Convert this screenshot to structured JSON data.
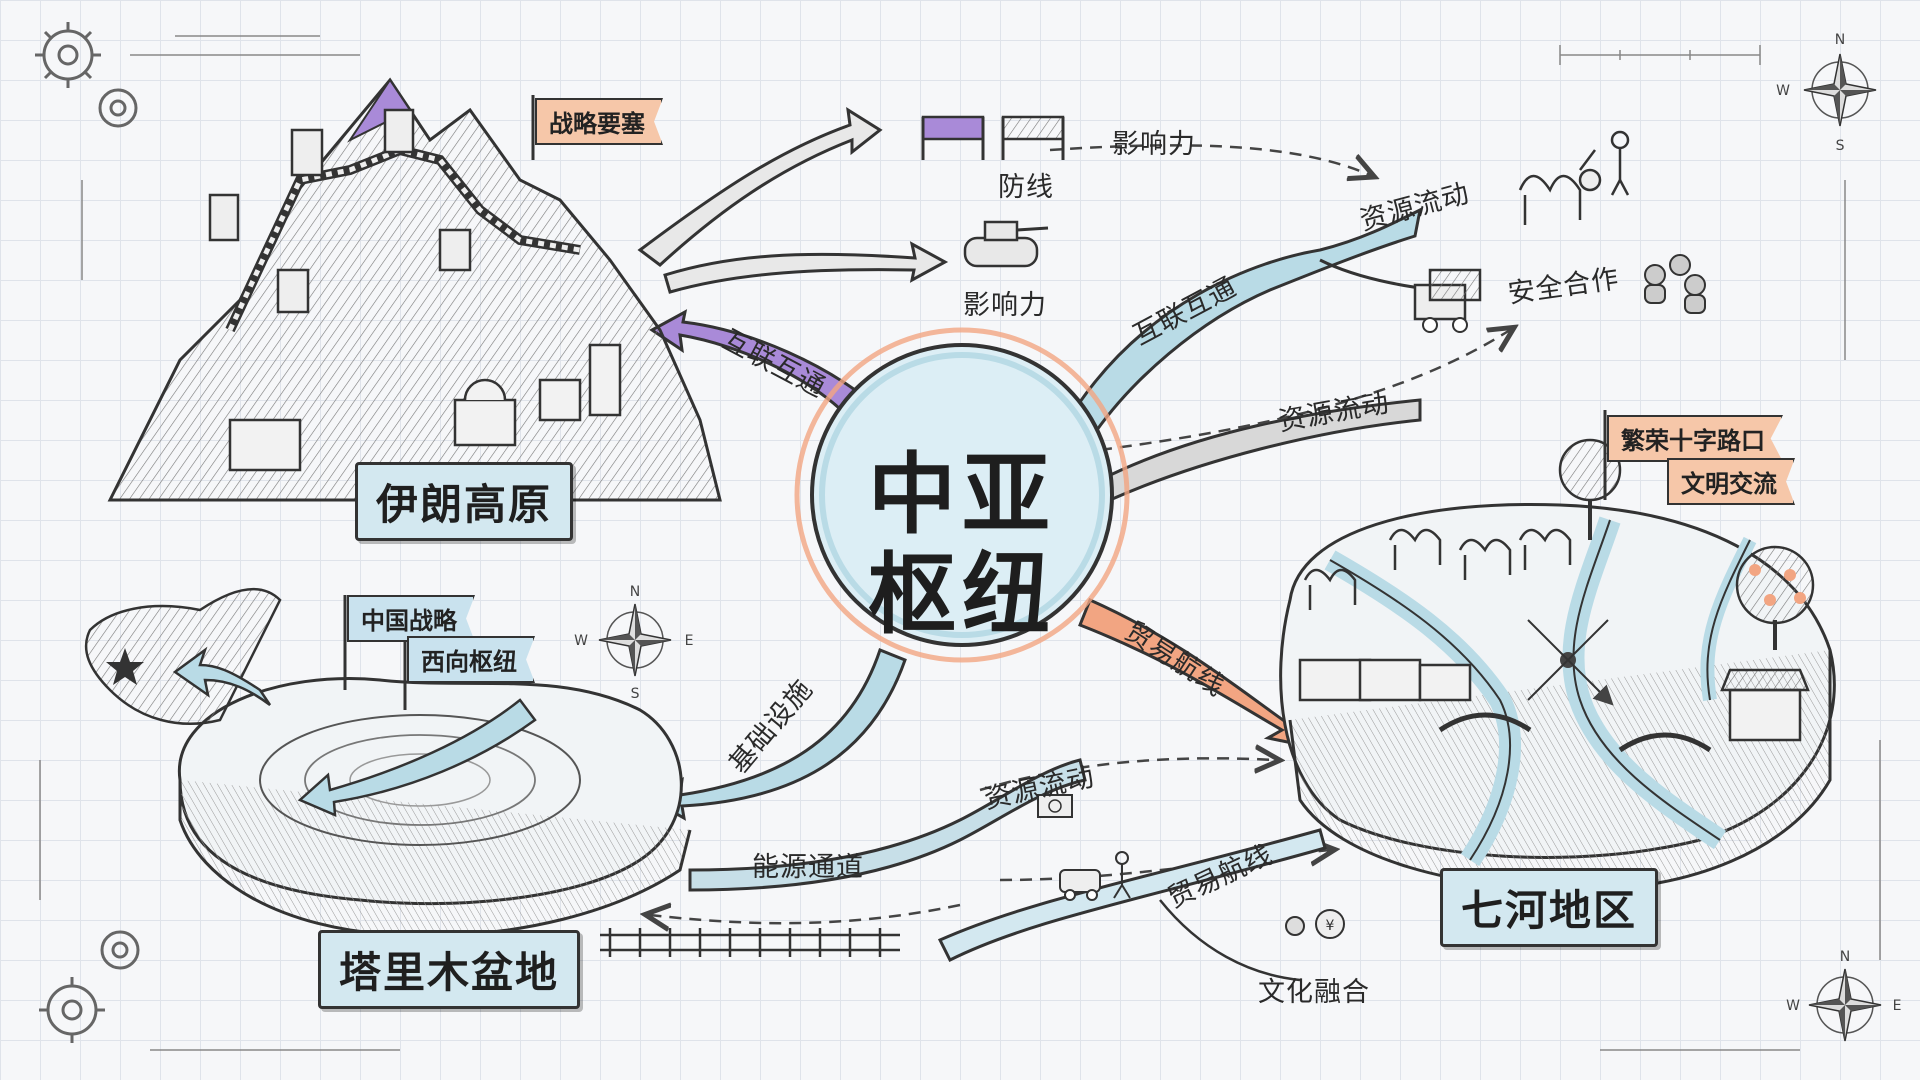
{
  "hub": {
    "line1": "中亚",
    "line2": "枢纽"
  },
  "regions": {
    "iran": "伊朗高原",
    "tarim": "塔里木盆地",
    "seven_rivers": "七河地区"
  },
  "flags": {
    "strategic_fortress": "战略要塞",
    "china_strategy": "中国战略",
    "west_hub": "西向枢纽",
    "prosperous_crossroads": "繁荣十字路口",
    "civilization_exchange": "文明交流"
  },
  "labels": {
    "defense_line": "防线",
    "influence_top": "影响力",
    "influence_tank": "影响力",
    "connectivity_left": "互联互通",
    "connectivity_right": "互联互通",
    "resource_flow_top": "资源流动",
    "security_cooperation": "安全合作",
    "resource_flow_mid": "资源流动",
    "trade_route_right": "贸易航线",
    "infrastructure": "基础设施",
    "resource_flow_bottom": "资源流动",
    "energy_corridor": "能源通道",
    "trade_route_bottom": "贸易航线",
    "cultural_fusion": "文化融合"
  },
  "compass": {
    "n": "N",
    "e": "E",
    "s": "S",
    "w": "W"
  },
  "colors": {
    "hub_fill": "#dceef5",
    "teal_arrow": "#b9dbe6",
    "purple_arrow": "#a98ad8",
    "orange_arrow": "#f2a582",
    "gray_arrow": "#9a9a9a",
    "flag_orange": "#f6c7a9",
    "label_blue": "#d3e8f0"
  }
}
